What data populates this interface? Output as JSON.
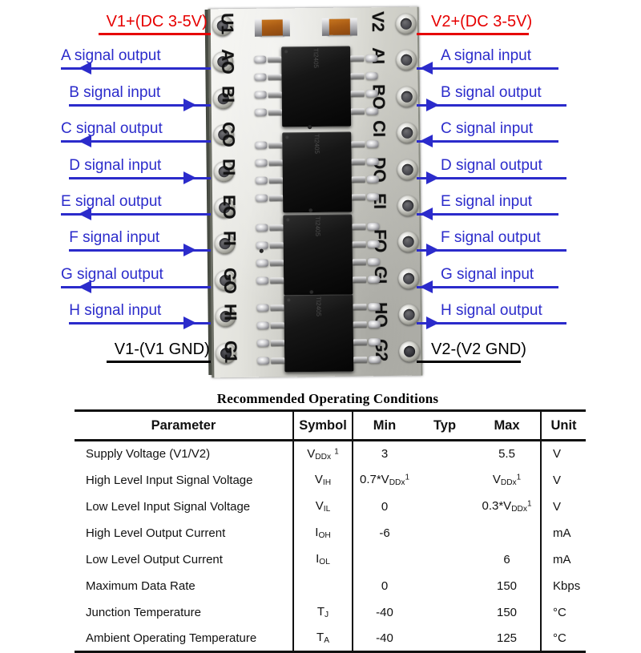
{
  "board": {
    "left_pins": [
      "U1",
      "AO",
      "BI",
      "CO",
      "DI",
      "EO",
      "FI",
      "GO",
      "HI",
      "G1"
    ],
    "right_pins": [
      "V2",
      "AI",
      "BO",
      "CI",
      "DO",
      "EI",
      "FO",
      "GI",
      "HO",
      "G2"
    ],
    "chip_marking": "TI2405"
  },
  "left_labels": [
    {
      "text": "V1+(DC 3-5V)",
      "color": "#e60000",
      "arrow": "none",
      "pin": "U1"
    },
    {
      "text": "A signal output",
      "color": "#2b2bcb",
      "arrow": "left",
      "pin": "AO"
    },
    {
      "text": "B signal input",
      "color": "#2b2bcb",
      "arrow": "right",
      "pin": "BI"
    },
    {
      "text": "C signal output",
      "color": "#2b2bcb",
      "arrow": "left",
      "pin": "CO"
    },
    {
      "text": "D signal input",
      "color": "#2b2bcb",
      "arrow": "right",
      "pin": "DI"
    },
    {
      "text": "E signal output",
      "color": "#2b2bcb",
      "arrow": "left",
      "pin": "EO"
    },
    {
      "text": "F signal input",
      "color": "#2b2bcb",
      "arrow": "right",
      "pin": "FI"
    },
    {
      "text": "G signal output",
      "color": "#2b2bcb",
      "arrow": "left",
      "pin": "GO"
    },
    {
      "text": "H signal input",
      "color": "#2b2bcb",
      "arrow": "right",
      "pin": "HI"
    },
    {
      "text": "V1-(V1 GND)",
      "color": "#000000",
      "arrow": "none",
      "pin": "G1"
    }
  ],
  "right_labels": [
    {
      "text": "V2+(DC 3-5V)",
      "color": "#e60000",
      "arrow": "none",
      "pin": "V2"
    },
    {
      "text": "A signal input",
      "color": "#2b2bcb",
      "arrow": "left",
      "pin": "AI"
    },
    {
      "text": "B signal output",
      "color": "#2b2bcb",
      "arrow": "right",
      "pin": "BO"
    },
    {
      "text": "C signal input",
      "color": "#2b2bcb",
      "arrow": "left",
      "pin": "CI"
    },
    {
      "text": "D signal output",
      "color": "#2b2bcb",
      "arrow": "right",
      "pin": "DO"
    },
    {
      "text": "E signal input",
      "color": "#2b2bcb",
      "arrow": "left",
      "pin": "EI"
    },
    {
      "text": "F signal output",
      "color": "#2b2bcb",
      "arrow": "right",
      "pin": "FO"
    },
    {
      "text": "G signal input",
      "color": "#2b2bcb",
      "arrow": "left",
      "pin": "GI"
    },
    {
      "text": "H signal output",
      "color": "#2b2bcb",
      "arrow": "right",
      "pin": "HO"
    },
    {
      "text": "V2-(V2 GND)",
      "color": "#000000",
      "arrow": "none",
      "pin": "G2"
    }
  ],
  "table": {
    "title": "Recommended Operating Conditions",
    "headers": [
      "Parameter",
      "Symbol",
      "Min",
      "Typ",
      "Max",
      "Unit"
    ],
    "rows": [
      {
        "parameter": "Supply Voltage (V1/V2)",
        "symbol_html": "V<sub>DDx</sub> <sup>1</sup>",
        "min_html": "3",
        "typ_html": "",
        "max_html": "5.5",
        "unit": "V"
      },
      {
        "parameter": "High Level Input Signal Voltage",
        "symbol_html": "V<sub>IH</sub>",
        "min_html": "0.7*V<sub>DDx</sub><sup>1</sup>",
        "typ_html": "",
        "max_html": "V<sub>DDx</sub><sup>1</sup>",
        "unit": "V"
      },
      {
        "parameter": "Low Level Input Signal Voltage",
        "symbol_html": "V<sub>IL</sub>",
        "min_html": "0",
        "typ_html": "",
        "max_html": "0.3*V<sub>DDx</sub><sup>1</sup>",
        "unit": "V"
      },
      {
        "parameter": "High Level Output Current",
        "symbol_html": "I<sub>OH</sub>",
        "min_html": "-6",
        "typ_html": "",
        "max_html": "",
        "unit": "mA"
      },
      {
        "parameter": "Low Level Output Current",
        "symbol_html": "I<sub>OL</sub>",
        "min_html": "",
        "typ_html": "",
        "max_html": "6",
        "unit": "mA"
      },
      {
        "parameter": "Maximum Data Rate",
        "symbol_html": "",
        "min_html": "0",
        "typ_html": "",
        "max_html": "150",
        "unit": "Kbps"
      },
      {
        "parameter": "Junction Temperature",
        "symbol_html": "T<sub>J</sub>",
        "min_html": "-40",
        "typ_html": "",
        "max_html": "150",
        "unit": "°C"
      },
      {
        "parameter": "Ambient Operating Temperature",
        "symbol_html": "T<sub>A</sub>",
        "min_html": "-40",
        "typ_html": "",
        "max_html": "125",
        "unit": "°C"
      }
    ]
  }
}
